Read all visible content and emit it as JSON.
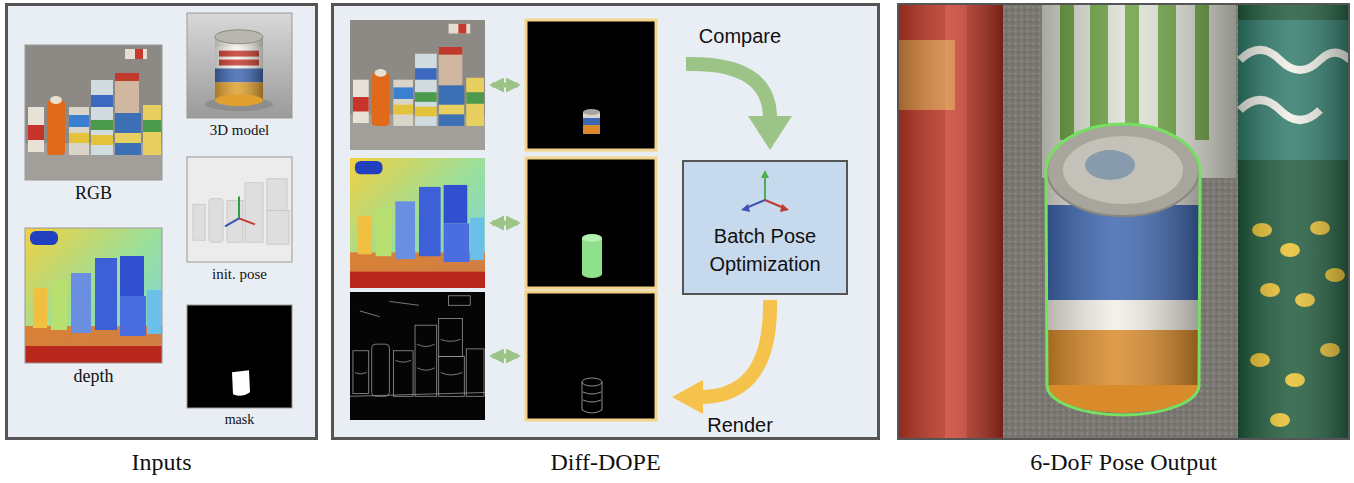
{
  "diagram": {
    "nodes": [
      {
        "text": [
          "Inputs"
        ]
      },
      {
        "text": [
          "RGB"
        ],
        "in": 0
      },
      {
        "text": [
          "3D model"
        ],
        "in": 0
      },
      {
        "text": [
          "init. pose"
        ],
        "in": 0
      },
      {
        "text": [
          "depth"
        ],
        "in": 0
      },
      {
        "text": [
          "mask"
        ],
        "in": 0
      },
      {
        "text": [
          "Diff-DOPE"
        ]
      },
      {
        "text": [
          "Batch Pose Optimization"
        ],
        "in": 6
      },
      {
        "text": [
          "6-DoF Pose Output"
        ]
      }
    ],
    "labels": [
      "Compare",
      "Render"
    ]
  }
}
